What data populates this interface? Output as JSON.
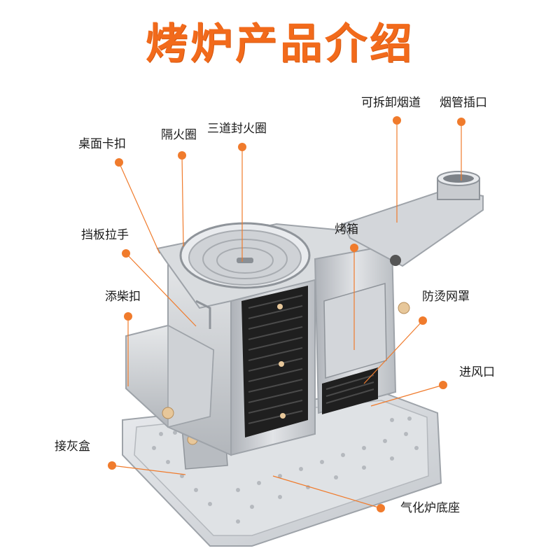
{
  "title": "烤炉产品介绍",
  "labels": {
    "desk_clip": "桌面卡扣",
    "fire_ring": "隔火圈",
    "three_ring": "三道封火圈",
    "chimney_removable": "可拆卸烟道",
    "chimney_port": "烟管插口",
    "baffle_handle": "挡板拉手",
    "oven_box": "烤箱",
    "fuel_clip": "添柴扣",
    "anti_burn_mesh": "防烫网罩",
    "air_inlet": "进风口",
    "ash_box": "接灰盒",
    "base": "气化炉底座"
  },
  "colors": {
    "accent": "#f26a1b",
    "dot": "#f07b2c",
    "metal": "#c9ccd1",
    "metal_dark": "#9ea3a9",
    "grill": "#1f1f1f"
  }
}
